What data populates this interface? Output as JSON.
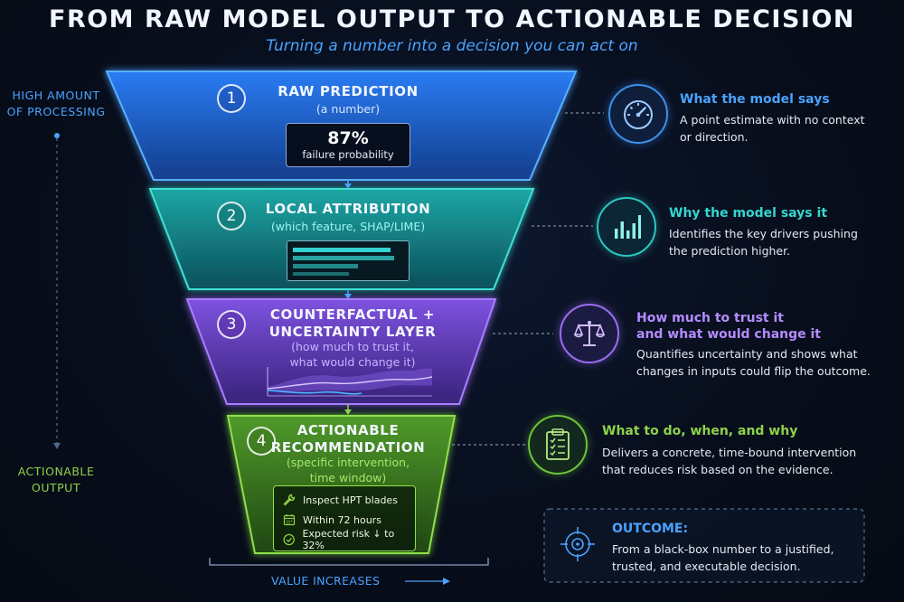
{
  "header": {
    "title": "FROM RAW MODEL OUTPUT TO ACTIONABLE DECISION",
    "subtitle": "Turning a number into a decision you can act on"
  },
  "axis": {
    "top_label": "HIGH AMOUNT\nOF PROCESSING",
    "bottom_label": "ACTIONABLE\nOUTPUT",
    "value_label": "VALUE INCREASES"
  },
  "stages": [
    {
      "number": "1",
      "title": "RAW PREDICTION",
      "subtitle": "(a number)",
      "value": "87%",
      "value_caption": "failure probability",
      "color": "#2f7df0",
      "info": {
        "heading": "What the model says",
        "body": "A point estimate with no context\nor direction.",
        "icon": "gauge-icon"
      }
    },
    {
      "number": "2",
      "title": "LOCAL ATTRIBUTION",
      "subtitle": "(which feature, SHAP/LIME)",
      "color": "#1fb5b0",
      "info": {
        "heading": "Why the model says it",
        "body": "Identifies the key drivers pushing\nthe prediction higher.",
        "icon": "bar-chart-icon"
      }
    },
    {
      "number": "3",
      "title": "COUNTERFACTUAL +\nUNCERTAINTY LAYER",
      "subtitle": "(how much to trust it,\nwhat would change it)",
      "color": "#8c5cf0",
      "info": {
        "heading": "How much to trust it\nand what would change it",
        "body": "Quantifies uncertainty and shows what\nchanges in inputs could flip the outcome.",
        "icon": "scale-icon"
      }
    },
    {
      "number": "4",
      "title": "ACTIONABLE\nRECOMMENDATION",
      "subtitle": "(specific intervention,\ntime window)",
      "color": "#6cc43c",
      "items": [
        {
          "icon": "wrench-icon",
          "text": "Inspect HPT blades"
        },
        {
          "icon": "calendar-icon",
          "text": "Within 72 hours"
        },
        {
          "icon": "check-circle-icon",
          "text": "Expected risk ↓ to 32%"
        }
      ],
      "info": {
        "heading": "What to do, when, and why",
        "body": "Delivers a concrete, time-bound intervention\nthat reduces risk based on the evidence.",
        "icon": "clipboard-icon"
      }
    }
  ],
  "outcome": {
    "heading": "OUTCOME:",
    "body": "From a black-box number to a justified,\ntrusted, and executable decision.",
    "icon": "target-icon"
  },
  "colors": {
    "blue": "#4aa3ff",
    "teal": "#34d6cf",
    "purple": "#b48cff",
    "green": "#8fd24a"
  }
}
